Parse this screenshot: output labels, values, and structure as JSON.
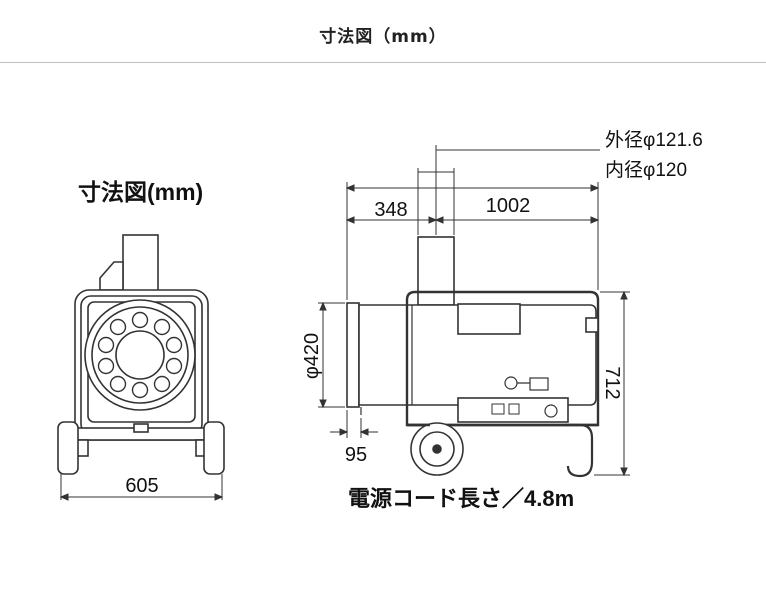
{
  "header": {
    "title": "寸法図（mm）"
  },
  "figure": {
    "title": "寸法図(mm)",
    "front_view": {
      "width_label": "605"
    },
    "side_view": {
      "outer_diameter_label": "外径φ121.6",
      "inner_diameter_label": "内径φ120",
      "offset_label": "348",
      "length_label": "1002",
      "diameter_label": "φ420",
      "height_label": "712",
      "front_offset_label": "95"
    },
    "cord_label": "電源コード長さ／4.8m"
  },
  "colors": {
    "line": "#333333",
    "fill": "#ffffff",
    "divider": "#bfbfbf"
  }
}
